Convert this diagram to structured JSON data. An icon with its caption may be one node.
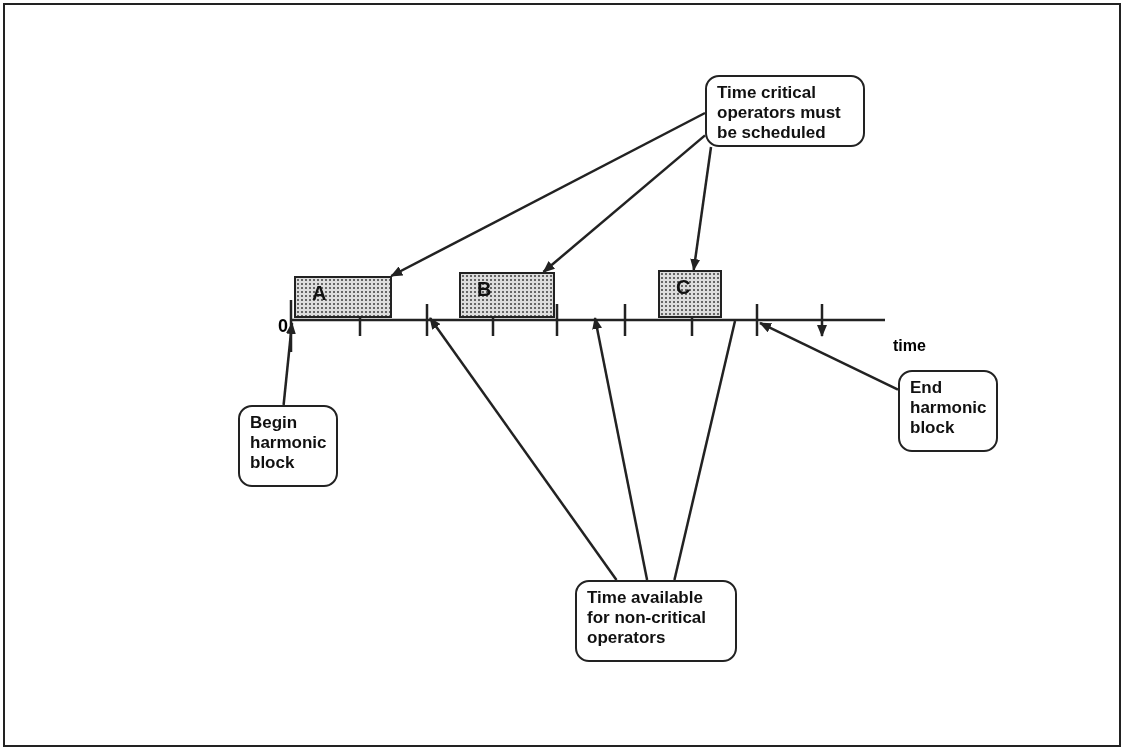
{
  "diagram": {
    "nodes": [
      {
        "text": [
          "Time critical operators must be scheduled"
        ]
      },
      {
        "text": [
          "A"
        ]
      },
      {
        "text": [
          "B"
        ]
      },
      {
        "text": [
          "C"
        ]
      },
      {
        "text": [
          "Begin harmonic block"
        ]
      },
      {
        "text": [
          "End harmonic block"
        ]
      },
      {
        "text": [
          "Time available for non-critical operators"
        ]
      },
      {
        "text": [],
        "shape": "line"
      }
    ],
    "edges": [
      {
        "from": 0,
        "to": 1,
        "arrow": "to"
      },
      {
        "from": 0,
        "to": 2,
        "arrow": "to"
      },
      {
        "from": 0,
        "to": 3,
        "arrow": "to"
      },
      {
        "from": 6,
        "to": 7,
        "arrow": "to"
      },
      {
        "from": 6,
        "to": 7,
        "arrow": "to"
      },
      {
        "from": 6,
        "to": 7,
        "arrow": "none"
      },
      {
        "from": 4,
        "to": 7,
        "arrow": "to"
      },
      {
        "from": 5,
        "to": 7,
        "arrow": "to"
      }
    ],
    "labels": [
      "0",
      "time"
    ]
  }
}
